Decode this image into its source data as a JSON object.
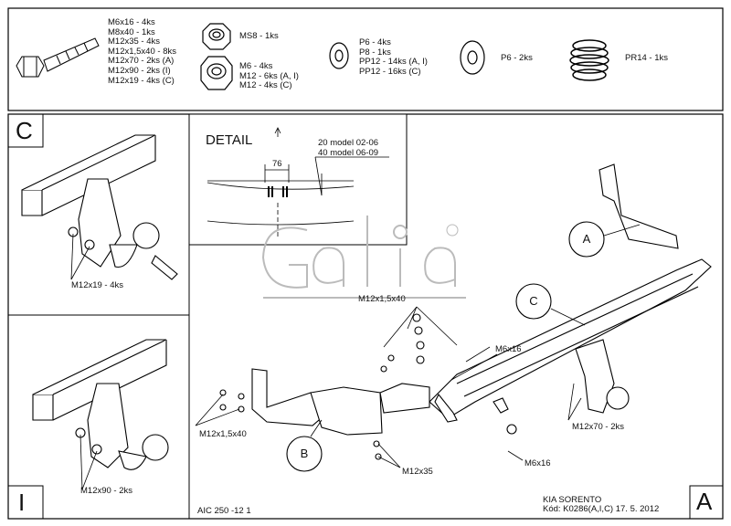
{
  "parts": {
    "bolt": [
      "M6x16 - 4ks",
      "M8x40 - 1ks",
      "M12x35 - 4ks",
      "M12x1,5x40 - 8ks",
      "M12x70 - 2ks (A)",
      "M12x90 - 2ks (I)",
      "M12x19 - 4ks (C)"
    ],
    "ms8": "MS8 - 1ks",
    "nut": [
      "M6 - 4ks",
      "M12 - 6ks (A, I)",
      "M12 - 4ks (C)"
    ],
    "washer_p": [
      "P6 - 4ks",
      "P8 - 1ks",
      "PP12 - 14ks (A, I)",
      "PP12 - 16ks (C)"
    ],
    "washer_p6": "P6 - 2ks",
    "spring": "PR14 - 1ks"
  },
  "panel_c": {
    "letter": "C",
    "label": "M12x19 - 4ks"
  },
  "panel_i": {
    "letter": "I",
    "label": "M12x90 - 2ks"
  },
  "detail": {
    "title": "DETAIL",
    "dim": "76",
    "model1": "20 model 02-06",
    "model2": "40 model 06-09"
  },
  "main": {
    "callouts": [
      "A",
      "C",
      "B"
    ],
    "labels": {
      "m12x1540_top": "M12x1,5x40",
      "m6x16_top": "M6x16",
      "m12x1540_left": "M12x1,5x40",
      "m12x70": "M12x70 - 2ks",
      "m12x35": "M12x35",
      "m6x16_bottom": "M6x16"
    }
  },
  "logo": {
    "text": "Galia",
    "mark": "®"
  },
  "footer": {
    "code": "AIC 250 -12 1",
    "vehicle": "KIA SORENTO",
    "kod": "Kód: K0286(A,I,C)  17. 5. 2012",
    "letter": "A"
  }
}
